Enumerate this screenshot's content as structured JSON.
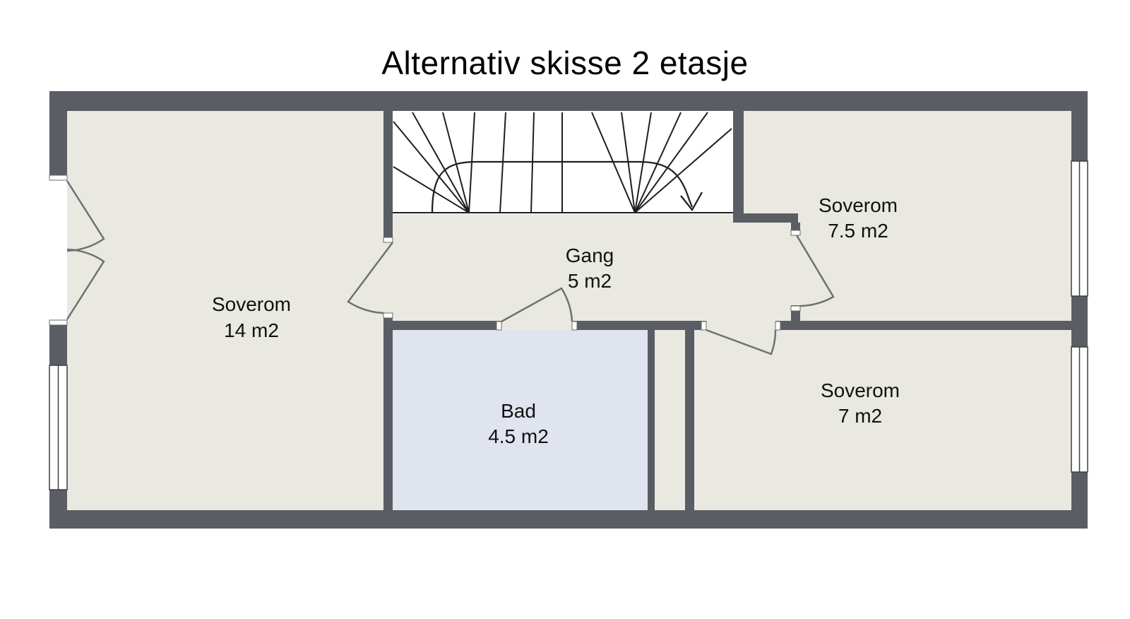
{
  "title": "Alternativ skisse 2 etasje",
  "rooms": {
    "soverom14": {
      "name": "Soverom",
      "area": "14 m2"
    },
    "gang": {
      "name": "Gang",
      "area": "5 m2"
    },
    "soverom75": {
      "name": "Soverom",
      "area": "7.5 m2"
    },
    "soverom7": {
      "name": "Soverom",
      "area": "7 m2"
    },
    "bad": {
      "name": "Bad",
      "area": "4.5 m2"
    }
  },
  "stairs": {
    "symbol": "winder-staircase",
    "direction_arrow": "down"
  },
  "colors": {
    "wall": "#5a5e64",
    "floor": "#e9e9e1",
    "bathroom_floor": "#dfe4ee",
    "stair_fill": "#ffffff",
    "line": "#1f1f1f",
    "door_line": "#707070",
    "text": "#111111"
  }
}
